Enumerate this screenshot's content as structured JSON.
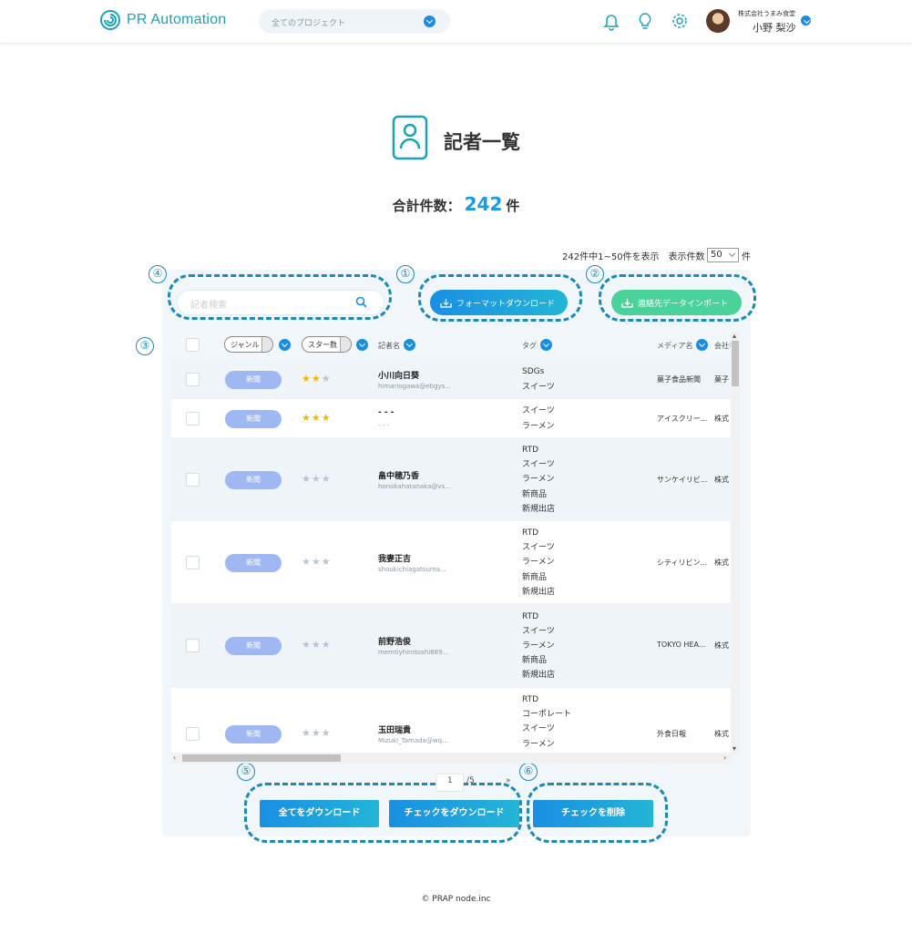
{
  "header": {
    "brand": "PR Automation",
    "project_select": "全てのプロジェクト",
    "company": "株式会社うまみ食堂",
    "user": "小野 梨沙"
  },
  "page": {
    "title": "記者一覧",
    "total_label": "合計件数：",
    "total_count": "242",
    "total_unit": "件",
    "range_text": "242件中1~50件を表示　表示件数",
    "per_page": "50",
    "per_page_unit": "件"
  },
  "toolbar": {
    "search_placeholder": "記者検索",
    "format_download": "フォーマットダウンロード",
    "import_contacts": "連絡先データインポート"
  },
  "markers": [
    "①",
    "②",
    "③",
    "④",
    "⑤",
    "⑥"
  ],
  "table": {
    "columns": {
      "genre": "ジャンル",
      "stars": "スター数",
      "name": "記者名",
      "tag": "タグ",
      "media": "メディア名",
      "company": "会社名"
    },
    "rows": [
      {
        "badge": "新聞",
        "stars": 3,
        "on": 2,
        "name": "小川向日葵",
        "email": "himariogawa@ebgys...",
        "tags": [
          "SDGs",
          "スイーツ"
        ],
        "media": "菓子食品新聞",
        "company": "菓子"
      },
      {
        "badge": "新聞",
        "stars": 3,
        "on": 3,
        "name": "- - -",
        "email": "- - -",
        "tags": [
          "スイーツ",
          "ラーメン"
        ],
        "media": "アイスクリー...",
        "company": "株式"
      },
      {
        "badge": "新聞",
        "stars": 3,
        "on": 0,
        "name": "畠中穂乃香",
        "email": "honokahatanaka@vs...",
        "tags": [
          "RTD",
          "スイーツ",
          "ラーメン",
          "新商品",
          "新規出店"
        ],
        "media": "サンケイリビ...",
        "company": "株式"
      },
      {
        "badge": "新聞",
        "stars": 3,
        "on": 0,
        "name": "我妻正吉",
        "email": "shoukichiagatsuma...",
        "tags": [
          "RTD",
          "スイーツ",
          "ラーメン",
          "新商品",
          "新規出店"
        ],
        "media": "シティリビン...",
        "company": "株式"
      },
      {
        "badge": "新聞",
        "stars": 3,
        "on": 0,
        "name": "前野浩俊",
        "email": "memtiyhirotoshi689...",
        "tags": [
          "RTD",
          "スイーツ",
          "ラーメン",
          "新商品",
          "新規出店"
        ],
        "media": "TOKYO HEA...",
        "company": "株式"
      },
      {
        "badge": "新聞",
        "stars": 3,
        "on": 0,
        "name": "玉田瑞貴",
        "email": "Mizuki_Tamada@wq...",
        "tags": [
          "RTD",
          "コーポレート",
          "スイーツ",
          "ラーメン"
        ],
        "media": "外食日報",
        "company": "株式"
      }
    ]
  },
  "pager": {
    "current": "1",
    "total": "/5",
    "next": "»"
  },
  "actions": {
    "download_all": "全てをダウンロード",
    "download_checked": "チェックをダウンロード",
    "delete_checked": "チェックを削除"
  },
  "footer": "© PRAP node.inc",
  "colors": {
    "accent": "#1a9ae0",
    "import": "#4bd29a",
    "badge": "#9fb8f3",
    "marker": "#1b8bb3"
  }
}
